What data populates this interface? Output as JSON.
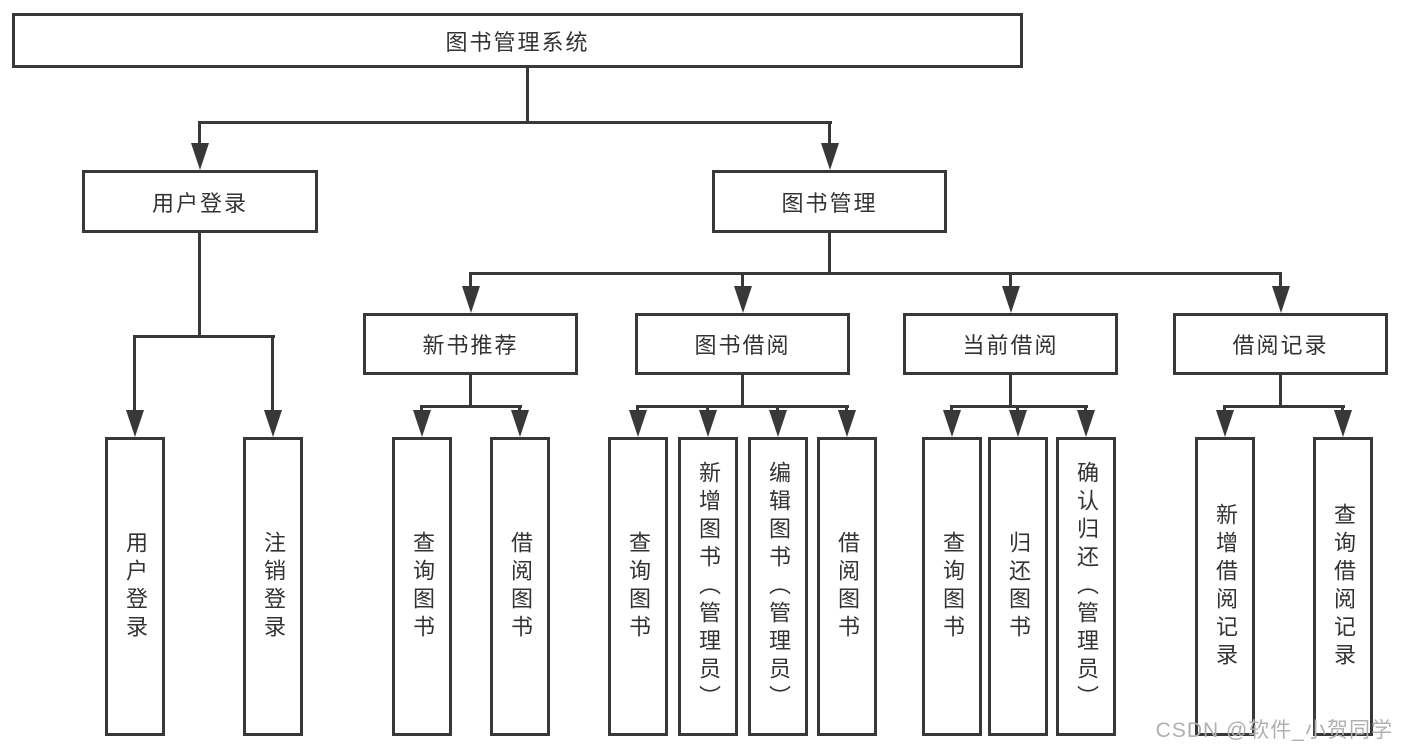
{
  "tree": {
    "label": "图书管理系统",
    "children": [
      {
        "label": "用户登录",
        "children": [
          {
            "label": "用户登录"
          },
          {
            "label": "注销登录"
          }
        ]
      },
      {
        "label": "图书管理",
        "children": [
          {
            "label": "新书推荐",
            "children": [
              {
                "label": "查询图书"
              },
              {
                "label": "借阅图书"
              }
            ]
          },
          {
            "label": "图书借阅",
            "children": [
              {
                "label": "查询图书"
              },
              {
                "label": "新增图书（管理员）"
              },
              {
                "label": "编辑图书（管理员）"
              },
              {
                "label": "借阅图书"
              }
            ]
          },
          {
            "label": "当前借阅",
            "children": [
              {
                "label": "查询图书"
              },
              {
                "label": "归还图书"
              },
              {
                "label": "确认归还（管理员）"
              }
            ]
          },
          {
            "label": "借阅记录",
            "children": [
              {
                "label": "新增借阅记录"
              },
              {
                "label": "查询借阅记录"
              }
            ]
          }
        ]
      }
    ]
  },
  "watermark": {
    "text": "CSDN @软件_小贺同学"
  },
  "colors": {
    "line": "#383838",
    "box_border": "#383838",
    "text": "#333333",
    "watermark": "#b0b0b0",
    "background": "#ffffff"
  }
}
